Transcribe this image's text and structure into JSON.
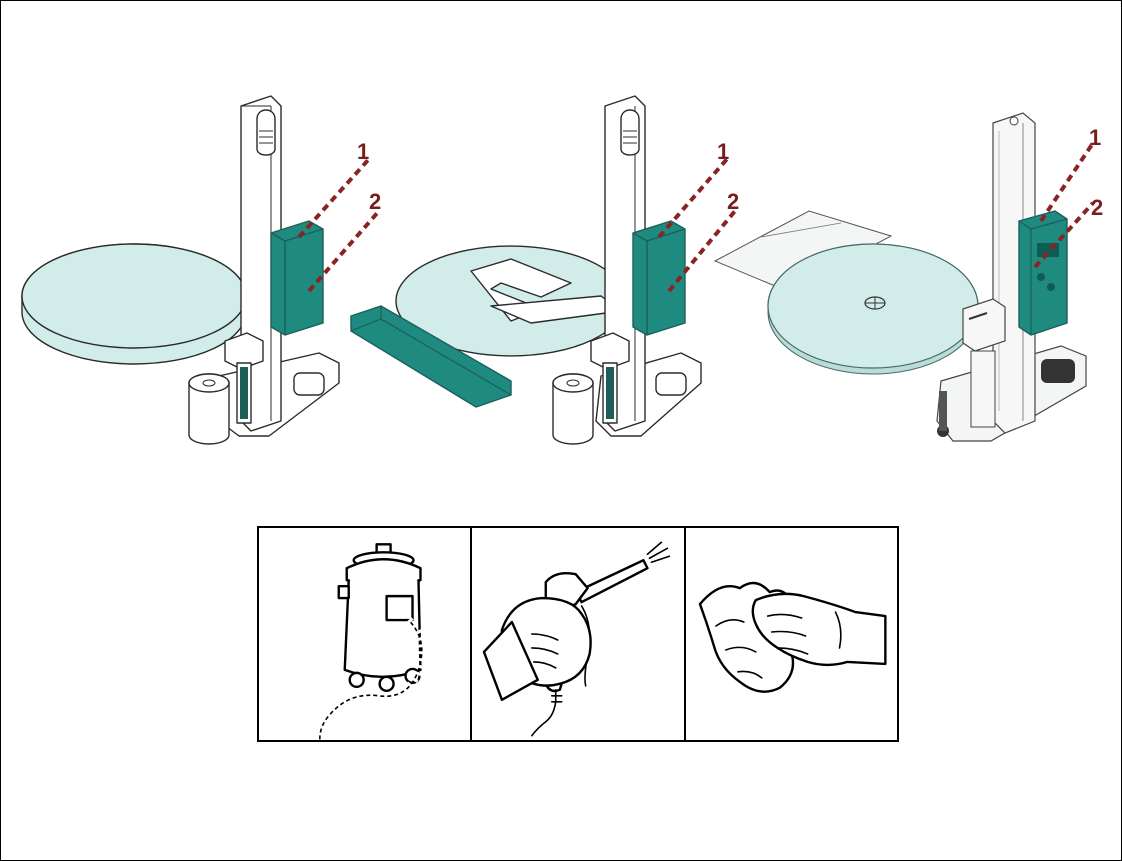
{
  "illustrations": {
    "machine_1": {
      "callouts": [
        "1",
        "2"
      ]
    },
    "machine_2": {
      "callouts": [
        "1",
        "2"
      ]
    },
    "machine_3": {
      "callouts": [
        "1",
        "2"
      ]
    }
  },
  "cleaning_methods": [
    {
      "icon": "vacuum-cleaner-icon"
    },
    {
      "icon": "air-blow-gun-icon"
    },
    {
      "icon": "cleaning-cloth-icon"
    }
  ],
  "colors": {
    "accent": "#1f8a80",
    "turntable": "#d2ece9",
    "callout": "#8a2323"
  }
}
